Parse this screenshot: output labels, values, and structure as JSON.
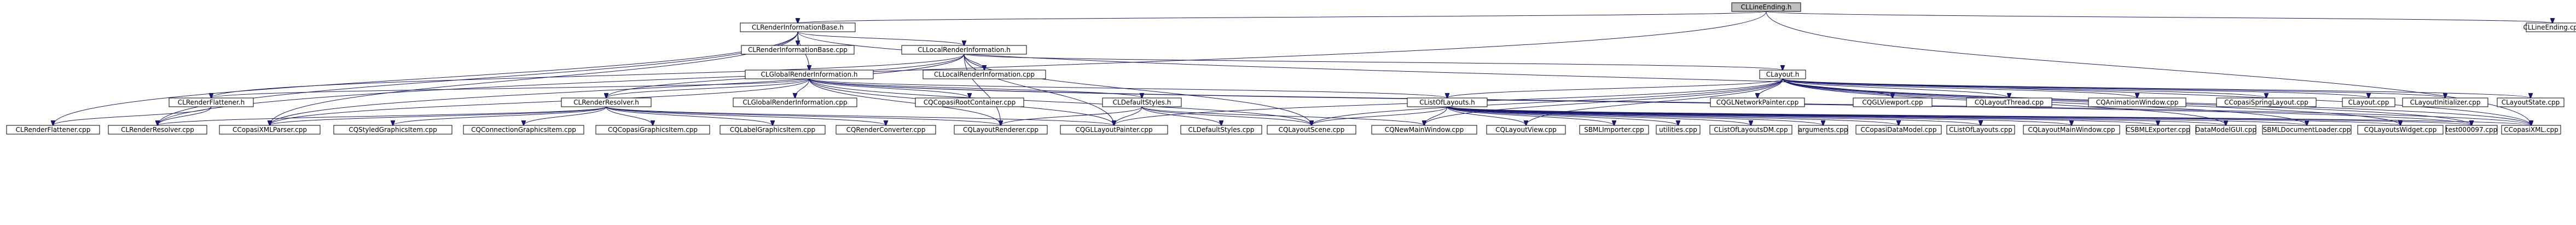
{
  "graph": {
    "nodes": {
      "root": "CLLineEnding.h",
      "rib_h": "CLRenderInformationBase.h",
      "linecpp": "CLLineEnding.cpp",
      "ribcpp": "CLRenderInformationBase.cpp",
      "lri_h": "CLLocalRenderInformation.h",
      "gri_h": "CLGlobalRenderInformation.h",
      "lricpp": "CLLocalRenderInformation.cpp",
      "layout_h": "CLayout.h",
      "flat_h": "CLRenderFlattener.h",
      "resolver_h": "CLRenderResolver.h",
      "gricpp": "CLGlobalRenderInformation.cpp",
      "cpc": "CQCopasiRootContainer.cpp",
      "styles_h": "CLDefaultStyles.h",
      "lol_h": "CListOfLayouts.h",
      "netplan": "CQGLNetworkPainter.cpp",
      "glview": "CQGLViewport.cpp",
      "thread": "CQLayoutThread.cpp",
      "anim": "CQAnimationWindow.cpp",
      "spring": "CCopasiSpringLayout.cpp",
      "clayout": "CLayout.cpp",
      "linit": "CLayoutInitializer.cpp",
      "lstate": "CLayoutState.cpp",
      "flatcpp": "CLRenderFlattener.cpp",
      "resolvercpp": "CLRenderResolver.cpp",
      "xmlparser": "CCopasiXMLParser.cpp",
      "styled": "CQStyledGraphicsItem.cpp",
      "conn": "CQConnectionGraphicsItem.cpp",
      "copasigi": "CQCopasiGraphicsItem.cpp",
      "label": "CQLabelGraphicsItem.cpp",
      "rconv": "CQRenderConverter.cpp",
      "lrender": "CQLayoutRenderer.cpp",
      "llpainter": "CQGLLayoutPainter.cpp",
      "stylescpp": "CLDefaultStyles.cpp",
      "scene": "CQLayoutScene.cpp",
      "newmain": "CQNewMainWindow.cpp",
      "lview": "CQLayoutView.cpp",
      "sbmlimp": "SBMLImporter.cpp",
      "utilities": "utilities.cpp",
      "dm": "CListOfLayoutsDM.cpp",
      "args": "arguments.cpp",
      "cdm": "CCopasiDataModel.cpp",
      "lolcpp": "CListOfLayouts.cpp",
      "lmain": "CQLayoutMainWindow.cpp",
      "exporter": "CSBMLExporter.cpp",
      "gui": "DataModelGUI.cpp",
      "sbmldoc": "SBMLDocumentLoader.cpp",
      "lwidget": "CQLayoutsWidget.cpp",
      "test": "test000097.cpp",
      "xmlcpp": "CCopasiXML.cpp"
    }
  }
}
